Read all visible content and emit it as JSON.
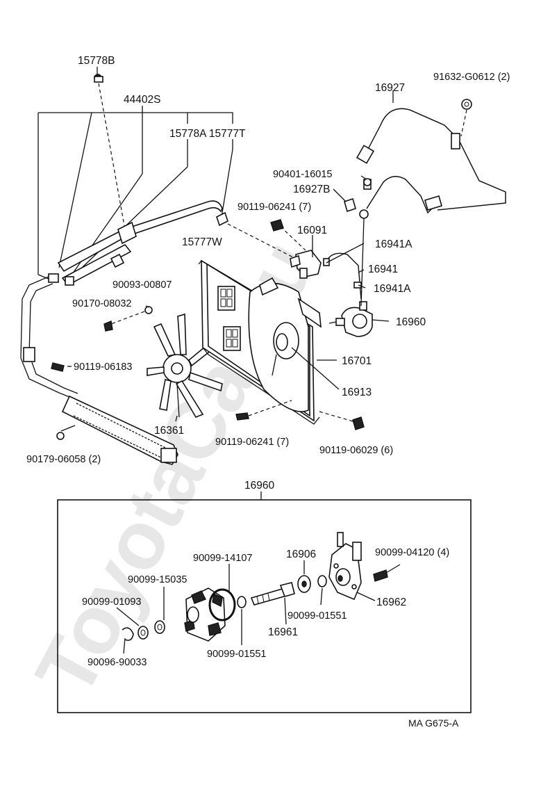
{
  "watermark": "ToyotaCar.ru",
  "drawing_ref": "MA G675-A",
  "labels": {
    "p15778B": "15778B",
    "p44402S": "44402S",
    "p15778A_15777T": "15778A 15777T",
    "p15777W": "15777W",
    "p90093_00807": "90093-00807",
    "p90170_08032": "90170-08032",
    "p90119_06183": "90119-06183",
    "p90179_06058": "90179-06058 (2)",
    "p16361": "16361",
    "p90119_06241_lower": "90119-06241 (7)",
    "p90119_06029": "90119-06029 (6)",
    "p16913": "16913",
    "p16701": "16701",
    "p16960_top": "16960",
    "p16941A_lower": "16941A",
    "p16941": "16941",
    "p16941A_upper": "16941A",
    "p16091": "16091",
    "p90119_06241_upper": "90119-06241 (7)",
    "p16927B": "16927B",
    "p90401_16015": "90401-16015",
    "p16927": "16927",
    "p91632_G0612": "91632-G0612 (2)"
  },
  "detail": {
    "title": "16960",
    "labels": {
      "p90099_14107": "90099-14107",
      "p16906": "16906",
      "p90099_04120": "90099-04120 (4)",
      "p90099_15035": "90099-15035",
      "p90099_01093": "90099-01093",
      "p16962": "16962",
      "p90099_01551_right": "90099-01551",
      "p16961": "16961",
      "p90099_01551_left": "90099-01551",
      "p90096_90033": "90096-90033"
    }
  },
  "icons": {
    "fan": "fan-blade-icon",
    "motor": "fan-motor-icon",
    "shroud": "fan-shroud-icon",
    "cooler": "oil-cooler-icon",
    "pump": "hydraulic-pump-icon"
  }
}
